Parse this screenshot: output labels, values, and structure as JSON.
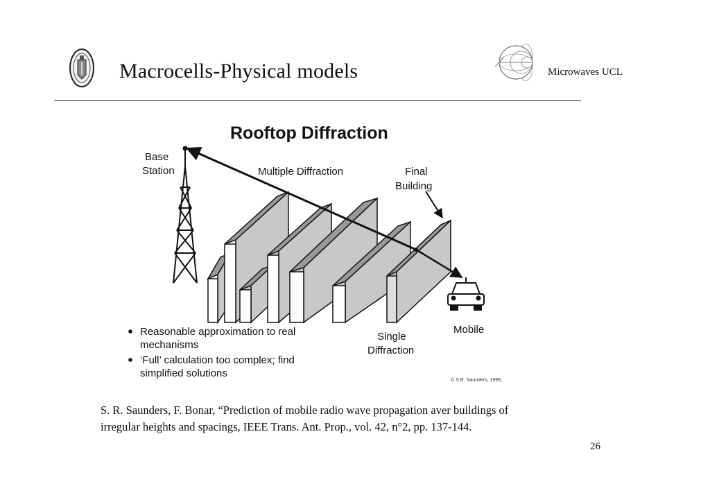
{
  "slide": {
    "title": "Macrocells-Physical models",
    "org": "Microwaves UCL",
    "page_number": "26"
  },
  "figure": {
    "title": "Rooftop Diffraction",
    "label_base_station_1": "Base",
    "label_base_station_2": "Station",
    "label_multiple": "Multiple Diffraction",
    "label_final_1": "Final",
    "label_final_2": "Building",
    "label_mobile": "Mobile",
    "label_single_1": "Single",
    "label_single_2": "Diffraction",
    "bullet_1_line_1": "Reasonable approximation to real",
    "bullet_1_line_2": "mechanisms",
    "bullet_2_line_1": "‘Full’ calculation too complex; find",
    "bullet_2_line_2": "simplified solutions",
    "copyright": "© S.R. Saunders, 1999,",
    "colors": {
      "building_face": "#c8c8c8",
      "stroke": "#111111"
    }
  },
  "citation": {
    "line_1": "S. R. Saunders, F. Bonar, “Prediction of mobile radio wave propagation aver buildings of",
    "line_2": "irregular heights and spacings, IEEE Trans. Ant. Prop., vol. 42, n°2, pp. 137-144."
  },
  "icons": {
    "left_logo": "university-seal-icon",
    "right_logo": "smith-chart-globe-icon"
  }
}
